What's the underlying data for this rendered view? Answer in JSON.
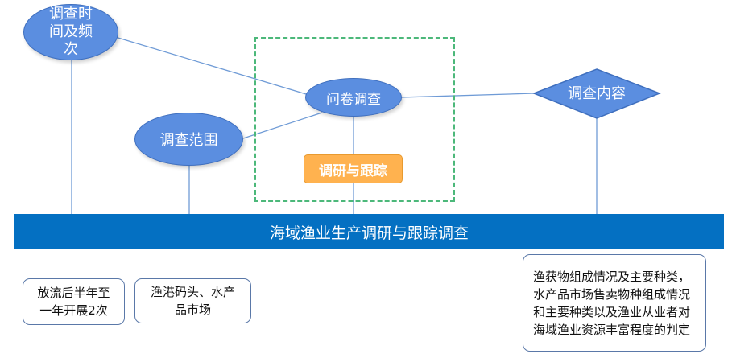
{
  "nodes": {
    "time_freq": "调查时间及频次",
    "questionnaire": "问卷调查",
    "scope": "调查范围",
    "content": "调查内容"
  },
  "badge": "调研与跟踪",
  "banner": "海域渔业生产调研与跟踪调查",
  "notes": {
    "time_freq": "放流后半年至一年开展2次",
    "scope": "渔港码头、水产品市场",
    "content": "渔获物组成情况及主要种类，水产品市场售卖物种组成情况和主要种类以及渔业从业者对海域渔业资源丰富程度的判定"
  },
  "colors": {
    "node_fill": "#5b8ee0",
    "connector": "#6f9bd6",
    "dashed_frame": "#4cb87a",
    "badge_fill": "#ffb24f",
    "banner_fill": "#0470c2"
  }
}
